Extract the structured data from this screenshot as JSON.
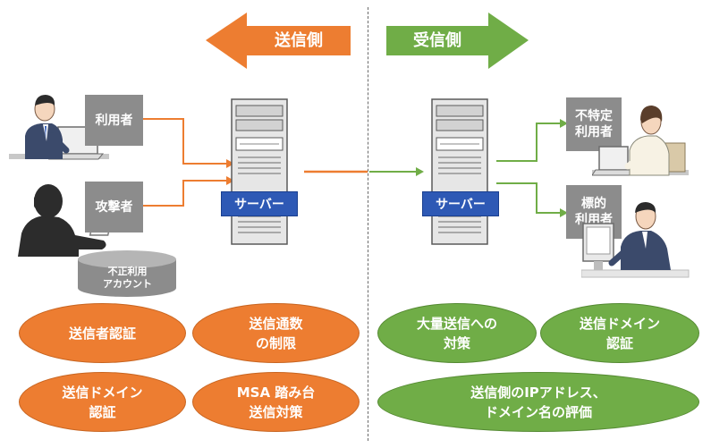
{
  "arrows": {
    "send_side": "送信側",
    "receive_side": "受信側"
  },
  "sender": {
    "user_label": "利用者",
    "attacker_label": "攻撃者",
    "compromised_account": "不正利用\nアカウント",
    "server_label": "サーバー"
  },
  "receiver": {
    "server_label": "サーバー",
    "unspecified_users": "不特定\n利用者",
    "targeted_users": "標的\n利用者"
  },
  "measures_sender": [
    "送信者認証",
    "送信通数\nの制限",
    "送信ドメイン\n認証",
    "MSA 踏み台\n送信対策"
  ],
  "measures_receiver": [
    "大量送信への\n対策",
    "送信ドメイン\n認証",
    "送信側のIPアドレス、\nドメイン名の評価"
  ],
  "colors": {
    "orange": "#ed7d31",
    "green": "#70ad47",
    "gray_box": "#8c8c8c",
    "server_label": "#2e59b5"
  }
}
